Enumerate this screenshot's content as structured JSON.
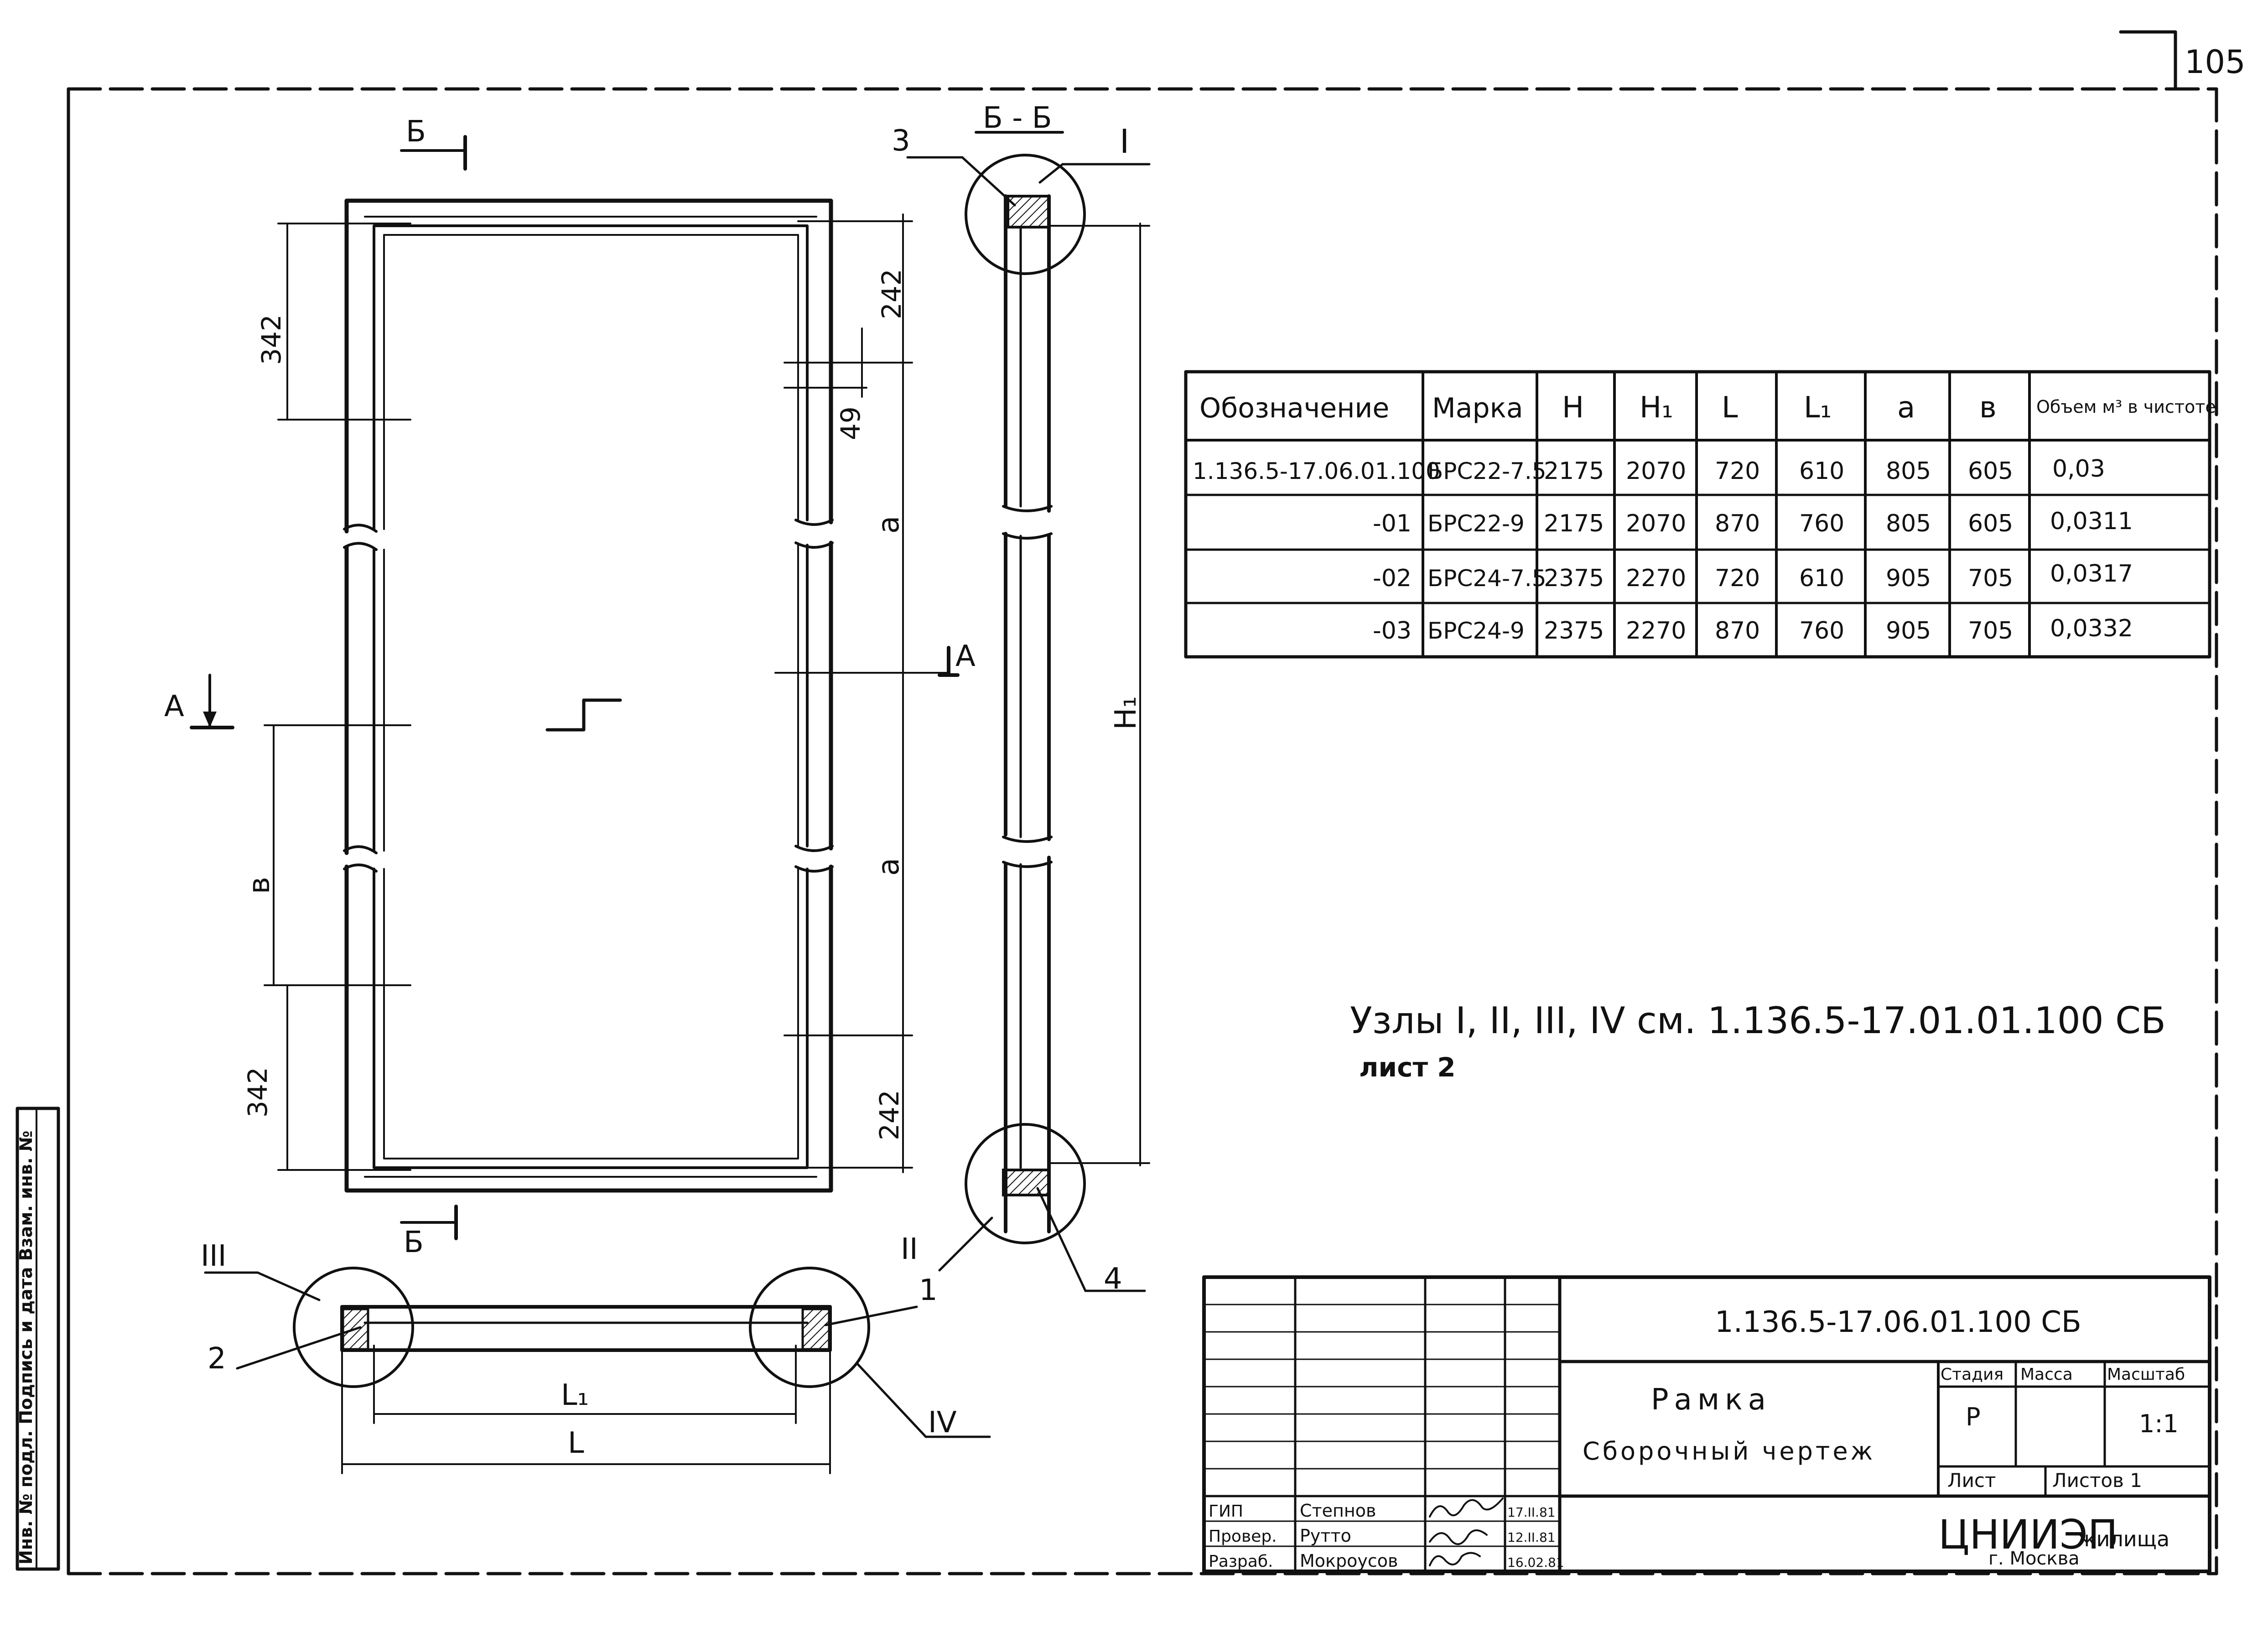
{
  "sheet_number": "105",
  "drawing": {
    "section_label": "Б - Б",
    "section_marker": "Б",
    "cut_marker": "А",
    "dims": {
      "d342_top": "342",
      "d342_bottom": "342",
      "d242_top": "242",
      "d242_bottom": "242",
      "d49": "49",
      "a1": "a",
      "a2": "a",
      "b": "в",
      "h1": "H₁",
      "l1": "L₁",
      "l": "L"
    },
    "callouts": {
      "c3": "3",
      "c1": "1",
      "c2": "2",
      "c4": "4",
      "node_I": "I",
      "node_II": "II",
      "node_III": "III",
      "node_IV": "IV"
    }
  },
  "spec_table": {
    "headers": [
      "Обозначение",
      "Марка",
      "H",
      "H₁",
      "L",
      "L₁",
      "a",
      "в",
      "Объем м³ в чистоте"
    ],
    "rows": [
      [
        "1.136.5-17.06.01.100",
        "БРС22-7.5",
        "2175",
        "2070",
        "720",
        "610",
        "805",
        "605",
        "0,03"
      ],
      [
        "-01",
        "БРС22-9",
        "2175",
        "2070",
        "870",
        "760",
        "805",
        "605",
        "0,0311"
      ],
      [
        "-02",
        "БРС24-7.5",
        "2375",
        "2270",
        "720",
        "610",
        "905",
        "705",
        "0,0317"
      ],
      [
        "-03",
        "БРС24-9",
        "2375",
        "2270",
        "870",
        "760",
        "905",
        "705",
        "0,0332"
      ]
    ]
  },
  "note": {
    "line1": "Узлы I, II, III, IV см.  1.136.5-17.01.01.100 СБ",
    "line2": "лист 2"
  },
  "title_block": {
    "code": "1.136.5-17.06.01.100 СБ",
    "name": "Рамка",
    "subtitle": "Сборочный чертеж",
    "stage_label": "Стадия",
    "mass_label": "Масса",
    "scale_label": "Масштаб",
    "stage_value": "Р",
    "scale_value": "1:1",
    "sheet_label": "Лист",
    "sheets_label": "Листов 1",
    "org": "ЦНИИЭП",
    "org_suffix": "жилища",
    "city": "г. Москва",
    "signatures": [
      {
        "role": "ГИП",
        "name": "Степнов",
        "date": "17.II.81"
      },
      {
        "role": "Провер.",
        "name": "Рутто",
        "date": "12.II.81"
      },
      {
        "role": "Разраб.",
        "name": "Мокроусов",
        "date": "16.02.81"
      }
    ]
  },
  "side_stamp": "Инв. № подл.  Подпись и дата  Взам. инв. №"
}
